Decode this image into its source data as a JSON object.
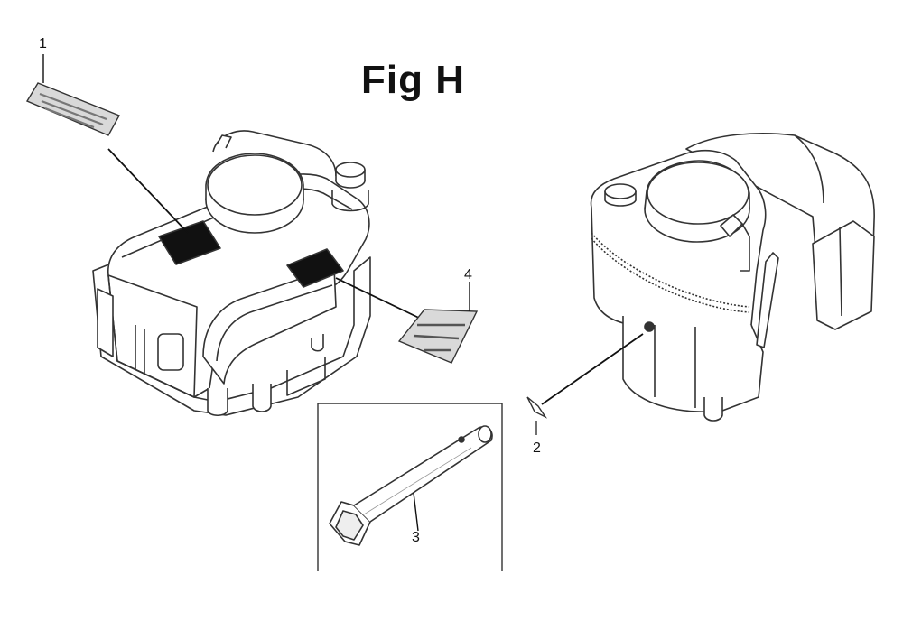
{
  "title": "Fig H",
  "callouts": [
    {
      "id": "1",
      "label": "1"
    },
    {
      "id": "2",
      "label": "2"
    },
    {
      "id": "3",
      "label": "3"
    },
    {
      "id": "4",
      "label": "4"
    }
  ],
  "colors": {
    "line": "#333333",
    "fill": "#ffffff",
    "label_fill": "#111111",
    "decal_fill": "#d9d9d9"
  }
}
